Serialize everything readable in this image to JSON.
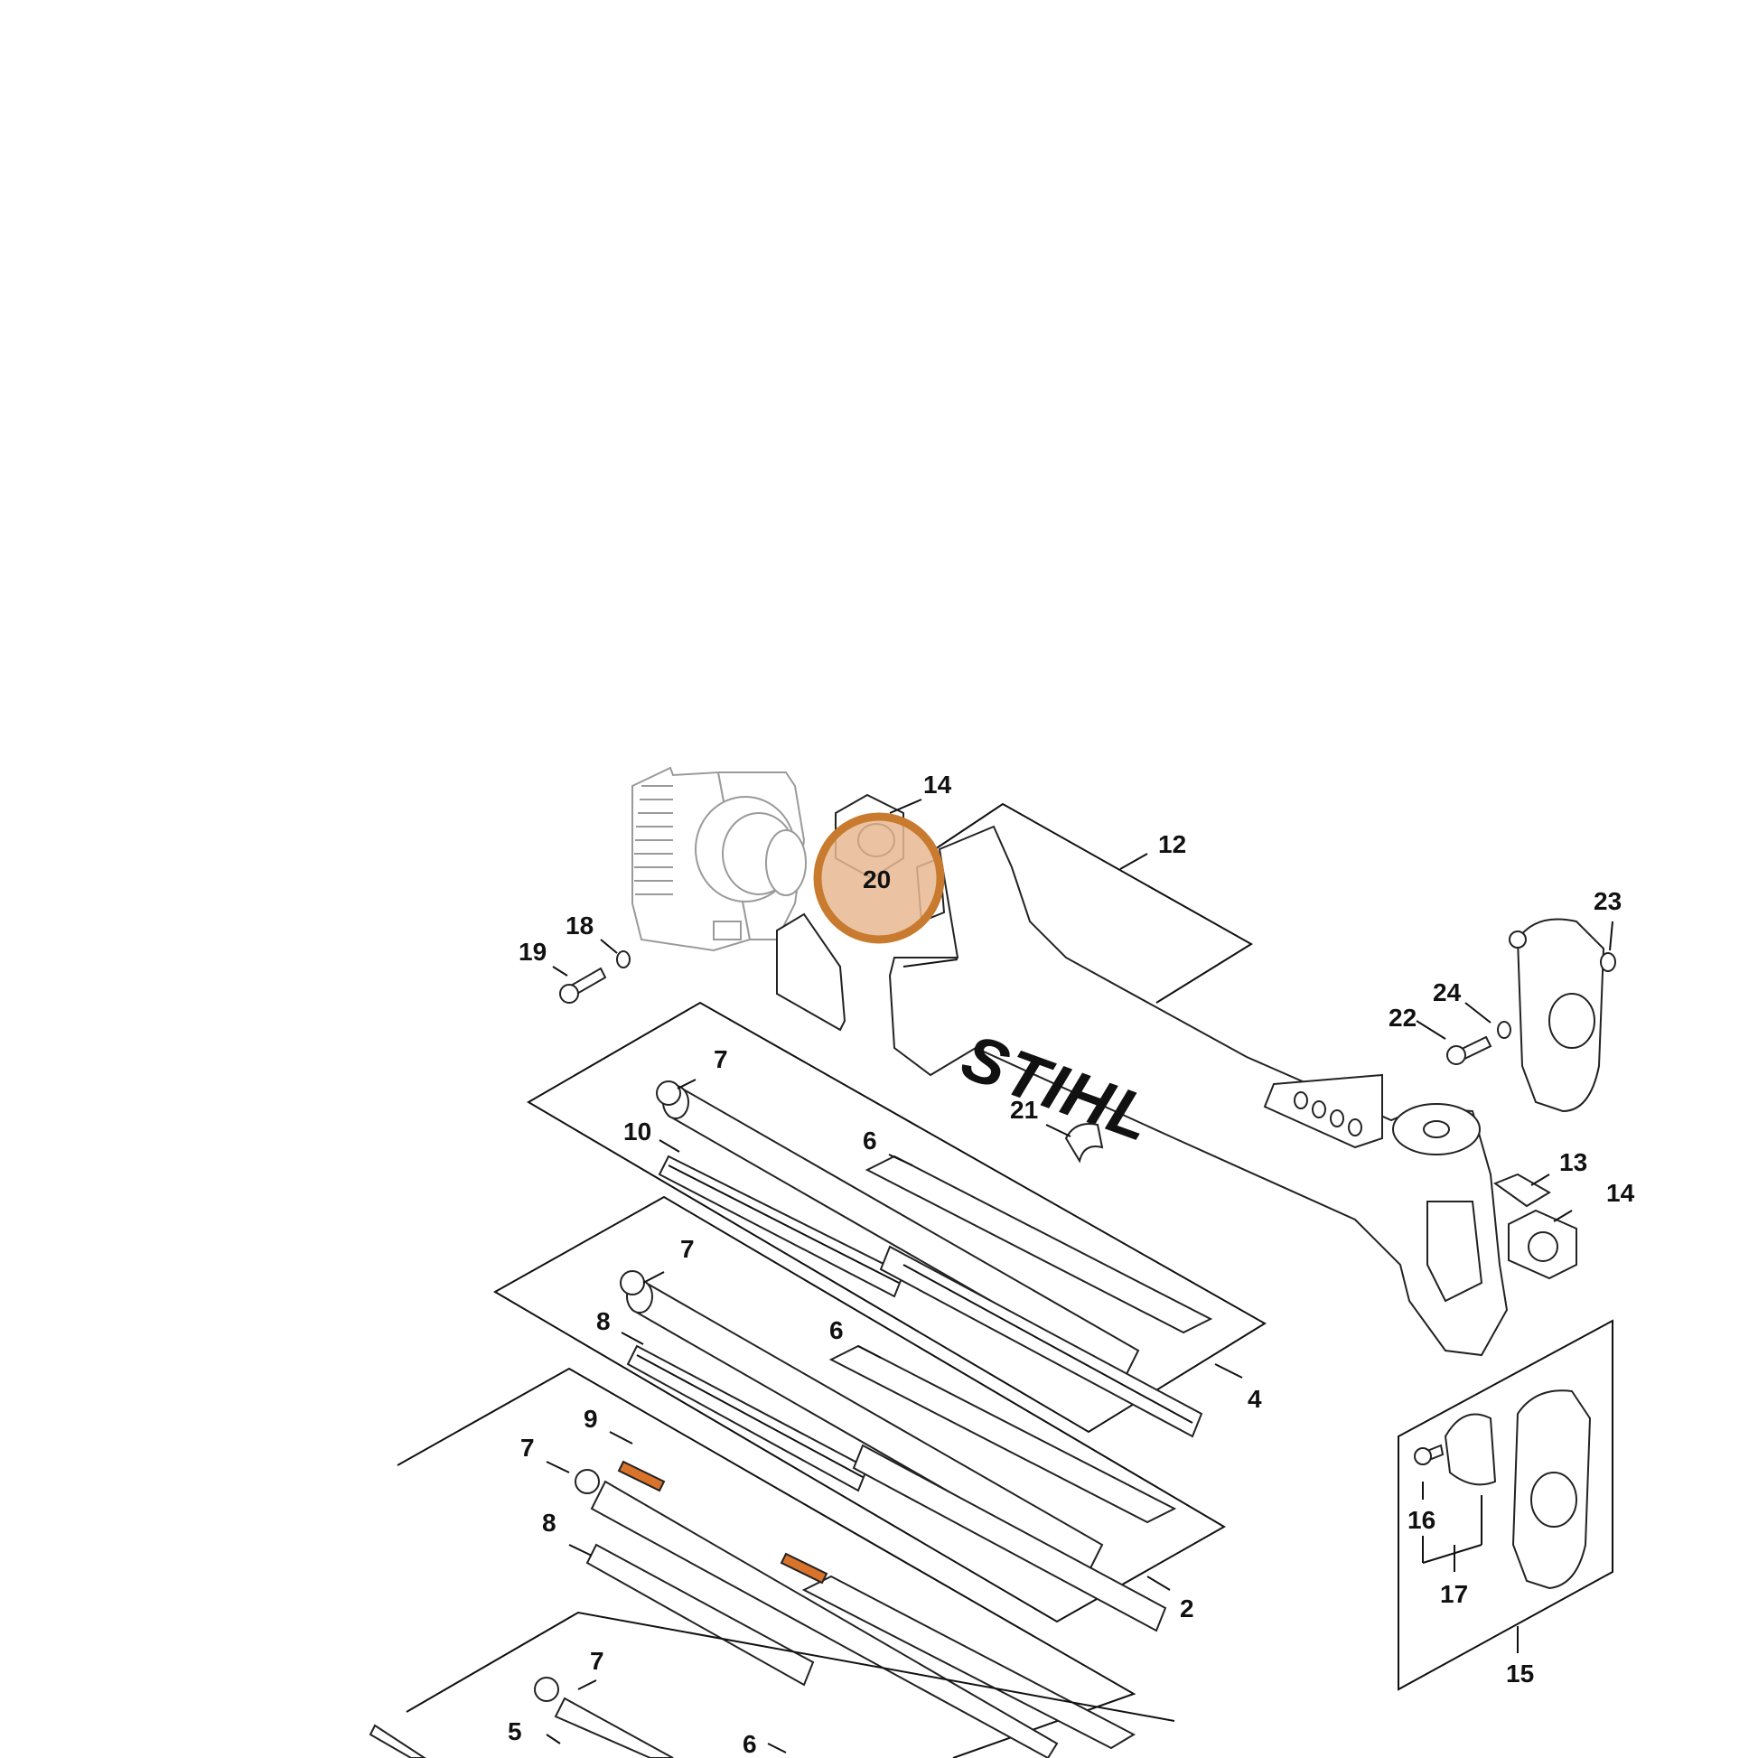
{
  "diagram": {
    "logo_text": "STIHL",
    "highlight": {
      "callout": "20",
      "fill_color": "#e8b892",
      "ring_color": "#c87a2e"
    },
    "callouts": [
      {
        "id": "c14a",
        "label": "14"
      },
      {
        "id": "c20",
        "label": "20"
      },
      {
        "id": "c12",
        "label": "12"
      },
      {
        "id": "c23",
        "label": "23"
      },
      {
        "id": "c18",
        "label": "18"
      },
      {
        "id": "c19",
        "label": "19"
      },
      {
        "id": "c24",
        "label": "24"
      },
      {
        "id": "c22",
        "label": "22"
      },
      {
        "id": "c7a",
        "label": "7"
      },
      {
        "id": "c10",
        "label": "10"
      },
      {
        "id": "c21",
        "label": "21"
      },
      {
        "id": "c6a",
        "label": "6"
      },
      {
        "id": "c13",
        "label": "13"
      },
      {
        "id": "c14b",
        "label": "14"
      },
      {
        "id": "c7b",
        "label": "7"
      },
      {
        "id": "c8a",
        "label": "8"
      },
      {
        "id": "c6b",
        "label": "6"
      },
      {
        "id": "c4",
        "label": "4"
      },
      {
        "id": "c9",
        "label": "9"
      },
      {
        "id": "c7c",
        "label": "7"
      },
      {
        "id": "c16",
        "label": "16"
      },
      {
        "id": "c8b",
        "label": "8"
      },
      {
        "id": "c17",
        "label": "17"
      },
      {
        "id": "c2",
        "label": "2"
      },
      {
        "id": "c15",
        "label": "15"
      },
      {
        "id": "c7d",
        "label": "7"
      },
      {
        "id": "c5",
        "label": "5"
      },
      {
        "id": "c6c",
        "label": "6"
      }
    ]
  }
}
